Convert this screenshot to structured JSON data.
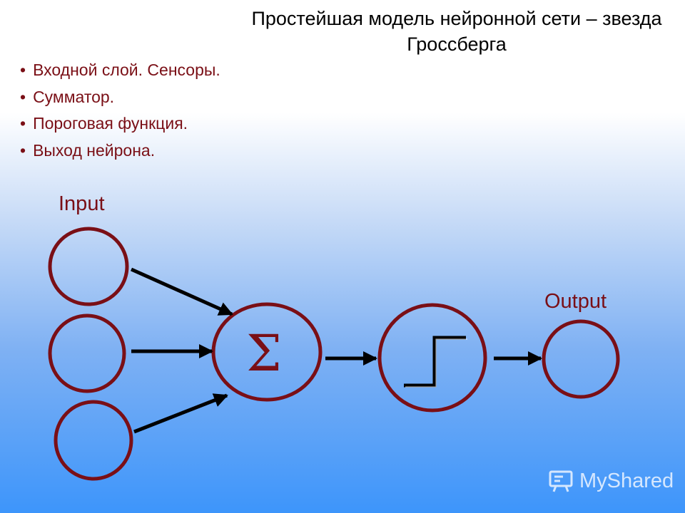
{
  "title": "Простейшая модель нейронной сети – звезда Гроссберга",
  "bullets": [
    "Входной слой. Сенсоры.",
    "Сумматор.",
    "Пороговая функция.",
    "Выход нейрона."
  ],
  "labels": {
    "input": "Input",
    "output": "Output"
  },
  "summator_symbol": "Σ",
  "watermark": "MyShared",
  "colors": {
    "node_stroke": "#7a0f16",
    "label_text": "#7a0f16",
    "arrow": "#000000"
  },
  "icons": {
    "watermark": "presentation-board-icon"
  }
}
